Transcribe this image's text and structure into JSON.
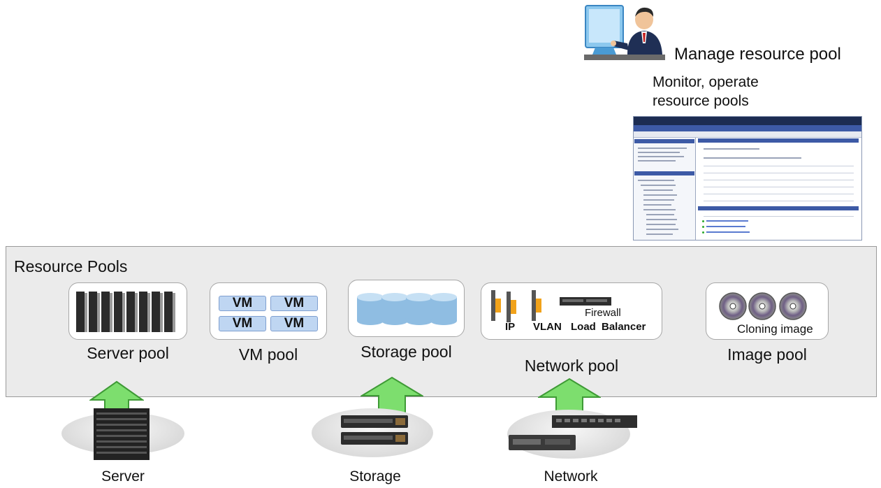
{
  "admin": {
    "title": "Manage resource pool",
    "subtitle_line1": "Monitor, operate",
    "subtitle_line2": "resource pools"
  },
  "resource_pools": {
    "title": "Resource Pools",
    "pools": [
      {
        "label": "Server pool"
      },
      {
        "label": "VM pool",
        "tiles": [
          "VM",
          "VM",
          "VM",
          "VM"
        ]
      },
      {
        "label": "Storage pool"
      },
      {
        "label": "Network pool",
        "items": [
          "IP",
          "VLAN",
          "Firewall",
          "Load",
          "Balancer"
        ]
      },
      {
        "label": "Image pool",
        "caption": "Cloning image"
      }
    ]
  },
  "hardware": [
    {
      "label": "Server"
    },
    {
      "label": "Storage"
    },
    {
      "label": "Network"
    }
  ],
  "colors": {
    "band": "#ebebeb",
    "arrow": "#7dde6e",
    "vm_tile": "#bfd6f2",
    "cylinder": "#9ec6e6",
    "console_header": "#1c2c52"
  }
}
